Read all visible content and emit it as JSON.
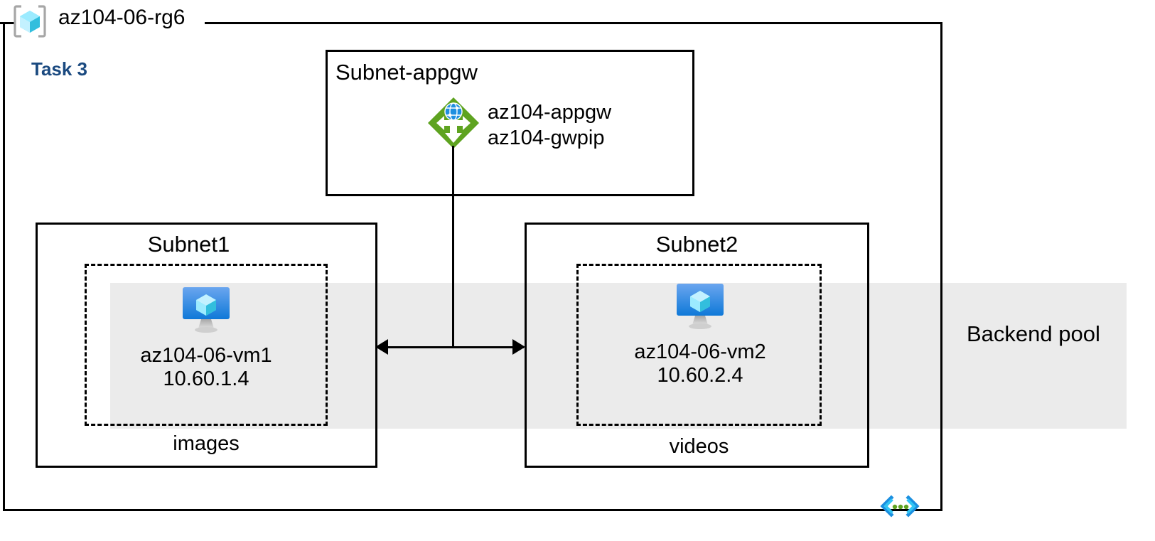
{
  "diagram": {
    "title": "az104-06-rg6",
    "task_label": "Task 3",
    "task_color": "#1b4a80",
    "resource_group_icon": "resource-group-icon",
    "code_icon": "code-ellipsis-icon"
  },
  "backend_pool": {
    "label": "Backend pool",
    "band_color": "#ebebeb"
  },
  "subnets": {
    "appgw": {
      "title": "Subnet-appgw",
      "node_icon": "application-gateway-icon",
      "node_name": "az104-appgw",
      "node_pip": "az104-gwpip",
      "icon_color": "#5ea320"
    },
    "subnet1": {
      "title": "Subnet1",
      "footer": "images",
      "vm_icon": "virtual-machine-icon",
      "vm_name": "az104-06-vm1",
      "vm_ip": "10.60.1.4"
    },
    "subnet2": {
      "title": "Subnet2",
      "footer": "videos",
      "vm_icon": "virtual-machine-icon",
      "vm_name": "az104-06-vm2",
      "vm_ip": "10.60.2.4"
    }
  }
}
